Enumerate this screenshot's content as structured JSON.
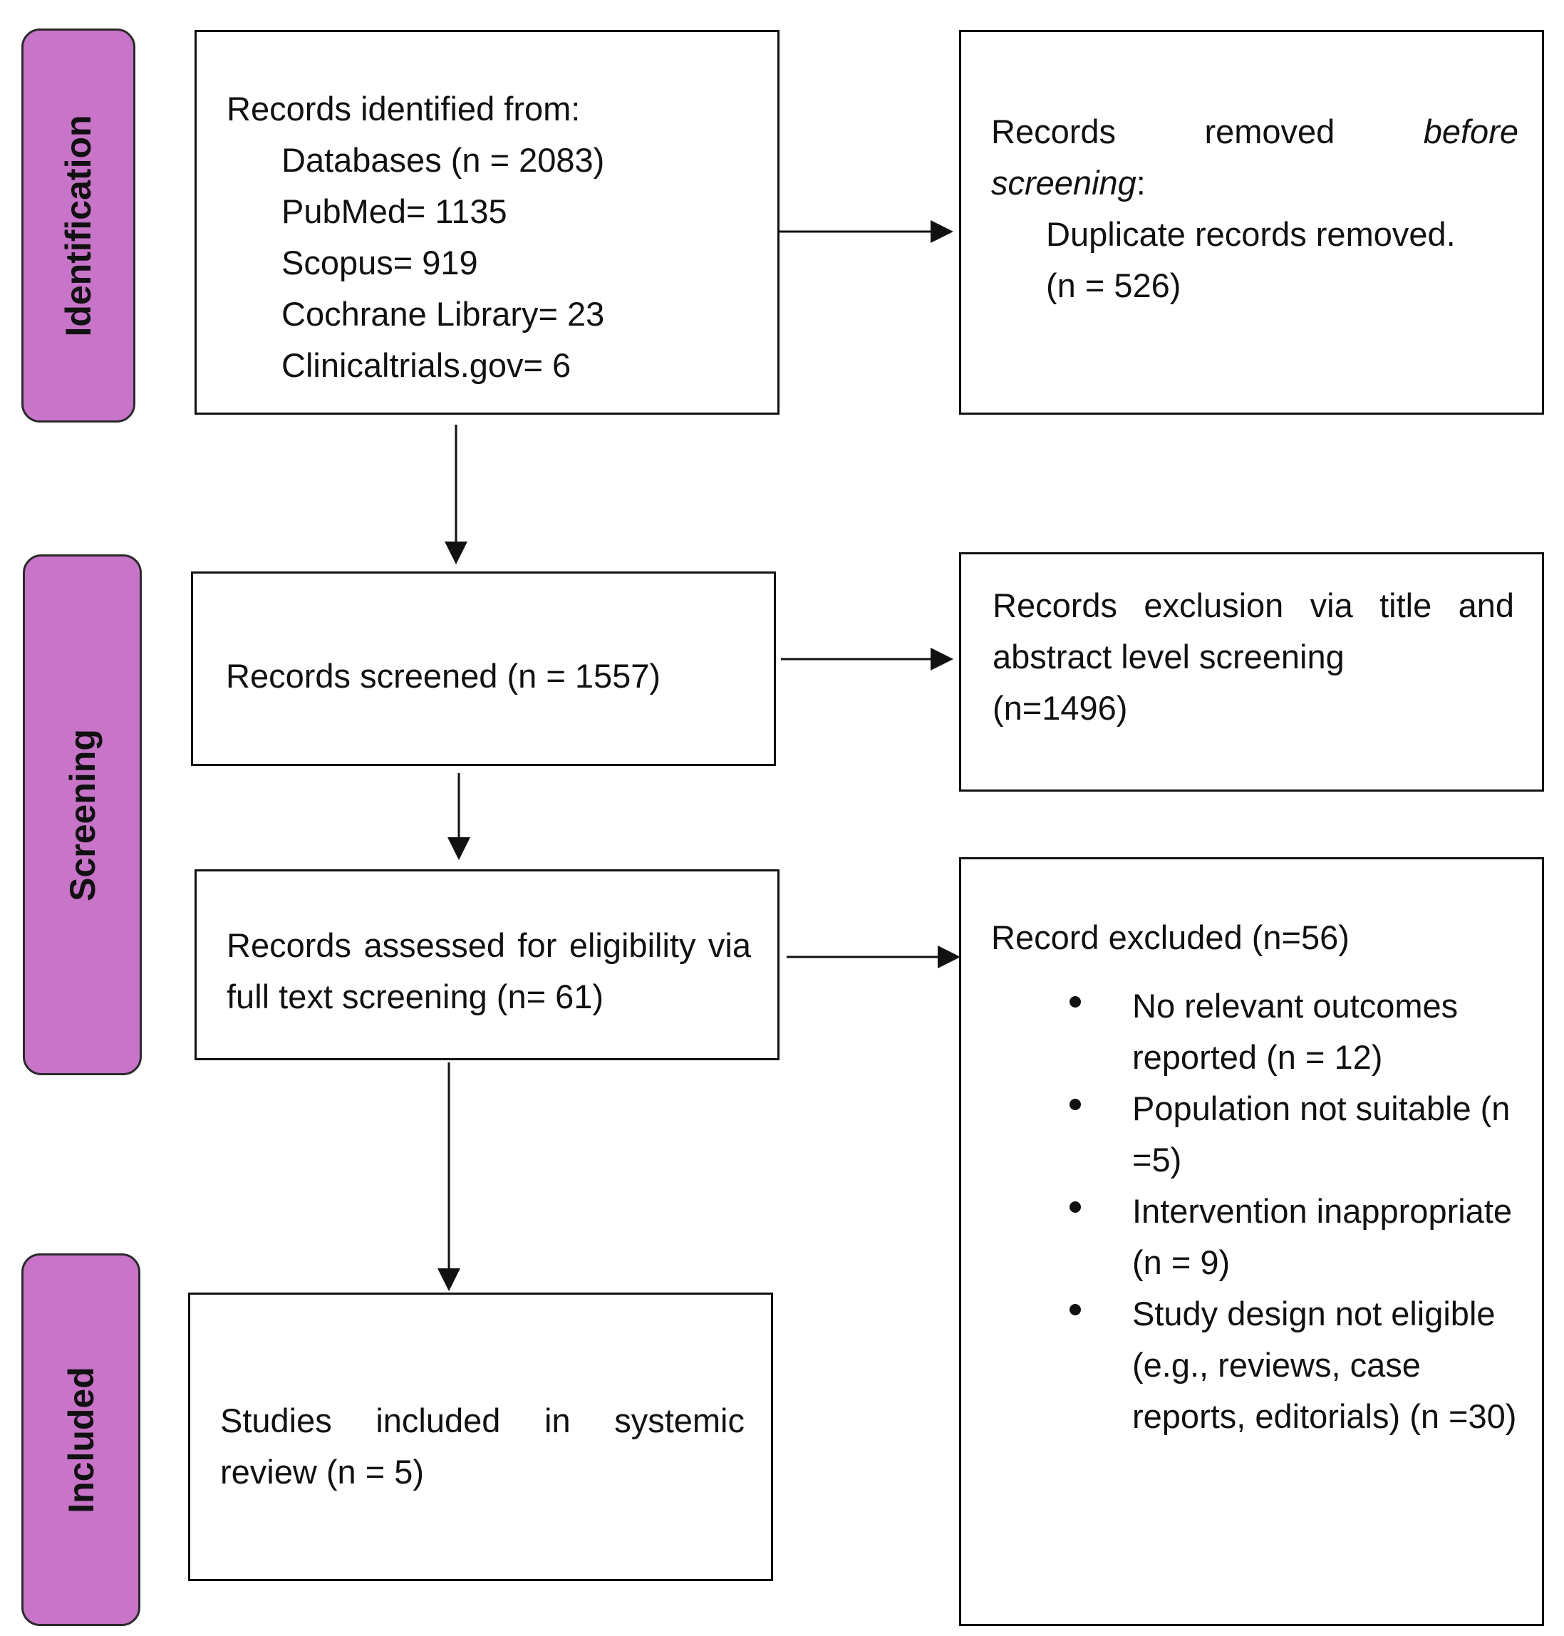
{
  "phases": {
    "identification": "Identification",
    "screening": "Screening",
    "included": "Included"
  },
  "identified": {
    "heading": "Records identified from:",
    "lines": [
      "Databases (n = 2083)",
      "PubMed= 1135",
      "Scopus= 919",
      "Cochrane Library= 23",
      "Clinicaltrials.gov= 6"
    ]
  },
  "removed_before": {
    "prefix": "Records removed",
    "italic_1": "before",
    "italic_2": "screening",
    "suffix": ":",
    "detail": "Duplicate records removed.",
    "count": "(n = 526)"
  },
  "screened": {
    "text": "Records screened (n = 1557)"
  },
  "title_abstract_excluded": {
    "text": "Records exclusion via title and abstract level screening",
    "count": "(n=1496)"
  },
  "assessed": {
    "text": "Records assessed for eligibility via full text screening (n= 61)"
  },
  "excluded": {
    "heading": "Record excluded (n=56)",
    "reasons": [
      "No relevant outcomes reported (n = 12)",
      "Population not suitable (n =5)",
      "Intervention inappropriate (n = 9)",
      "Study design not eligible (e.g., reviews, case reports, editorials) (n =30)"
    ]
  },
  "included": {
    "text": "Studies included in systemic review (n = 5)"
  }
}
